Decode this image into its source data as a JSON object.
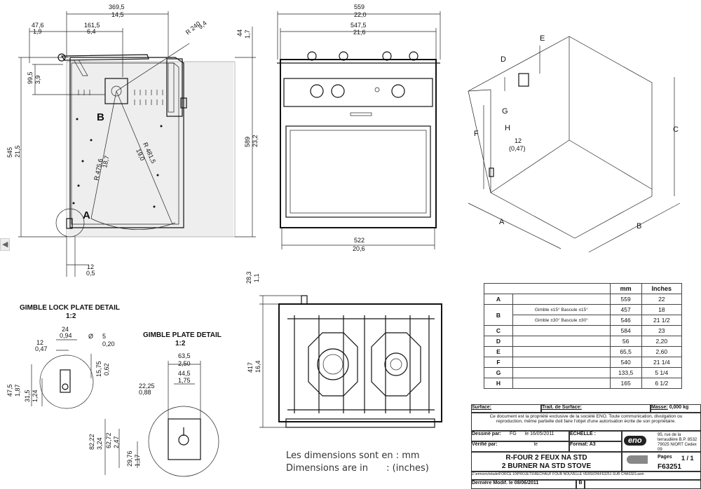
{
  "side_arrow": "chevron-left-icon",
  "front_view": {
    "dims": {
      "overall_depth": {
        "mm": "369,5",
        "in": "14,5"
      },
      "left_offset": {
        "mm": "47,6",
        "in": "1,9"
      },
      "handle_span": {
        "mm": "161,5",
        "in": "6,4"
      },
      "radius_top": {
        "mm": "R 240",
        "in": "9,4"
      },
      "top_gap": {
        "mm": "44",
        "in": "1,7"
      },
      "gimbal_height": {
        "mm": "99,5",
        "in": "3,9"
      },
      "radius_a": {
        "mm": "R 475,6",
        "in": "18,7"
      },
      "radius_b": {
        "mm": "R 481,5",
        "in": "19,0"
      },
      "height_left": {
        "mm": "545",
        "in": "21,5"
      },
      "height_right": {
        "mm": "589",
        "in": "23,2"
      },
      "bottom_offset": {
        "mm": "12",
        "in": "0,5"
      }
    },
    "labels": {
      "a": "A",
      "b": "B"
    }
  },
  "elevation_view": {
    "dims": {
      "width_total": {
        "mm": "559",
        "in": "22,0"
      },
      "width_inner": {
        "mm": "547,5",
        "in": "21,6"
      },
      "width_base": {
        "mm": "522",
        "in": "20,6"
      }
    }
  },
  "iso_view": {
    "letters": {
      "a": "A",
      "b": "B",
      "c": "C",
      "d": "D",
      "e": "E",
      "f": "F",
      "g": "G",
      "h": "H"
    },
    "dim12": {
      "mm": "12",
      "in": "(0,47)"
    }
  },
  "lock_detail": {
    "title": "GIMBLE LOCK PLATE DETAIL",
    "scale": "1:2",
    "dims": {
      "w24": {
        "mm": "24",
        "in": "0,94"
      },
      "w12": {
        "mm": "12",
        "in": "0,47"
      },
      "dia5": {
        "mm": "5",
        "in": "0,20"
      },
      "sym": "Ø",
      "h15": {
        "mm": "15,75",
        "in": "0,62"
      },
      "h47": {
        "mm": "47,5",
        "in": "1,87"
      },
      "h31": {
        "mm": "31,5",
        "in": "1,24"
      }
    }
  },
  "plate_detail": {
    "title": "GIMBLE PLATE DETAIL",
    "scale": "1:2",
    "dims": {
      "w63": {
        "mm": "63,5",
        "in": "2,50"
      },
      "w44": {
        "mm": "44,5",
        "in": "1,75"
      },
      "w22": {
        "mm": "22,25",
        "in": "0,88"
      },
      "h82": {
        "mm": "82,22",
        "in": "3,24"
      },
      "h62": {
        "mm": "62,72",
        "in": "2,47"
      },
      "h29": {
        "mm": "29,76",
        "in": "1,17"
      }
    }
  },
  "plan_view": {
    "dims": {
      "top": {
        "mm": "28,3",
        "in": "1,1"
      },
      "depth": {
        "mm": "417",
        "in": "16,4"
      }
    }
  },
  "units_note": {
    "line1_label": "Les dimensions sont en :",
    "line1_unit": "mm",
    "line2_label": "Dimensions are in",
    "line2_unit": ": (inches)"
  },
  "dimension_table": {
    "headers": [
      "",
      "",
      "mm",
      "Inches"
    ],
    "rows": [
      {
        "key": "A",
        "sub": "",
        "mm": "559",
        "in": "22"
      },
      {
        "key": "B",
        "sub": "Gimble ±15° Bascule ±15°",
        "mm": "457",
        "in": "18"
      },
      {
        "key": "",
        "sub": "Gimble ±30° Bascule ±30°",
        "mm": "546",
        "in": "21 1/2"
      },
      {
        "key": "C",
        "sub": "",
        "mm": "584",
        "in": "23"
      },
      {
        "key": "D",
        "sub": "",
        "mm": "56",
        "in": "2,20"
      },
      {
        "key": "E",
        "sub": "",
        "mm": "65,5",
        "in": "2,60"
      },
      {
        "key": "F",
        "sub": "",
        "mm": "540",
        "in": "21 1/4"
      },
      {
        "key": "G",
        "sub": "",
        "mm": "133,5",
        "in": "5 1/4"
      },
      {
        "key": "H",
        "sub": "",
        "mm": "165",
        "in": "6 1/2"
      }
    ]
  },
  "title_block": {
    "surface_label": "Surface:",
    "trait_label": "Trait. de Surface:",
    "masse_label": "Masse:",
    "masse_value": "0,000 kg",
    "notice": "Ce document est la propriété exclusive de la société ENO. Toute communication, divulgation ou reproduction, même partielle doit faire l'objet d'une autorisation écrite de son propriétaire.",
    "drawn_by_label": "Dessiné par:",
    "drawn_by": "FG",
    "drawn_date": "le 16/05/2011",
    "checked_label": "Vérifié par:",
    "checked_date": "le",
    "scale_label": "ECHELLE :",
    "format_label": "Format: A3",
    "logo": "eno",
    "address": "95, rue de la terraudière B.P. 8532 79025 NIORT Cedex 09",
    "title_fr": "R-FOUR 2 FEUX NA STD",
    "title_en": "2 BURNER NA STD STOVE",
    "pages_label": "Pages",
    "pages_value": "1 / 1",
    "ref": "F63251",
    "path": "Z:\\ermosrv\\etude\\FORCE 10\\PROJETS\\RECHAUF FOUR NOUVELLE VERSION\\F63251 SUR CHASSIS.asm",
    "rev": "B",
    "last_mod": "Dernière Modif. le 08/06/2011"
  }
}
